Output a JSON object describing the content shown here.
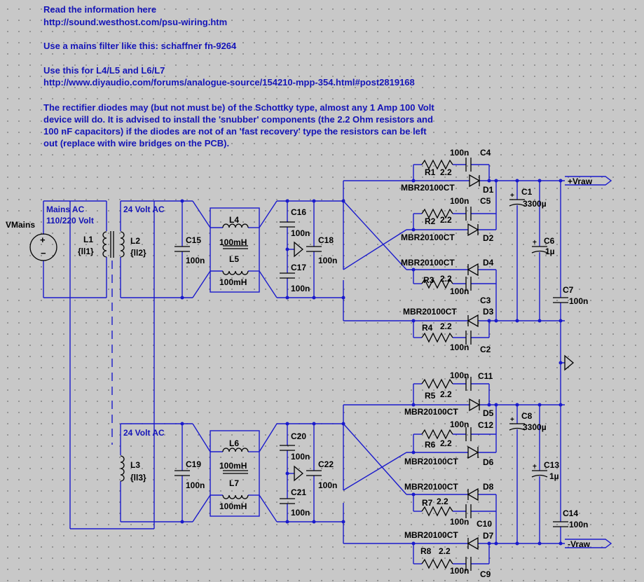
{
  "notes": {
    "line1": "Read the information here",
    "line2": " http://sound.westhost.com/psu-wiring.htm",
    "line3": "Use a mains filter like this: schaffner fn-9264",
    "line4": "Use this for L4/L5 and L6/L7",
    "line5": " http://www.diyaudio.com/forums/analogue-source/154210-mpp-354.html#post2819168",
    "line6": "The rectifier diodes may (but not must be) of the Schottky type, almost any 1 Amp 100 Volt",
    "line7": " device will do. It is advised to install the 'snubber' components (the 2.2 Ohm resistors and",
    "line8": " 100 nF capacitors) if the diodes are not of an 'fast recovery' type the resistors can be left",
    "line9": " out (replace with wire bridges on the PCB)."
  },
  "labels": {
    "vmains": "VMains",
    "mains_ac": "Mains AC",
    "mains_v": "110/220 Volt",
    "ac24_top": "24 Volt AC",
    "ac24_bot": "24 Volt AC",
    "l1": "L1",
    "l1v": "{ll1}",
    "l2": "L2",
    "l2v": "{ll2}",
    "l3": "L3",
    "l3v": "{ll3}",
    "l4": "L4",
    "l4v": "100mH",
    "l5": "L5",
    "l5v": "100mH",
    "l6": "L6",
    "l6v": "100mH",
    "l7": "L7",
    "l7v": "100mH",
    "c15": "C15",
    "c15v": "100n",
    "c16": "C16",
    "c16v": "100n",
    "c17": "C17",
    "c17v": "100n",
    "c18": "C18",
    "c18v": "100n",
    "c19": "C19",
    "c19v": "100n",
    "c20": "C20",
    "c20v": "100n",
    "c21": "C21",
    "c21v": "100n",
    "c22": "C22",
    "c22v": "100n",
    "c4v": "100n",
    "c4": "C4",
    "c5v": "100n",
    "c5": "C5",
    "c3v": "100n",
    "c3": "C3",
    "c2v": "100n",
    "c2": "C2",
    "c11v": "100n",
    "c11": "C11",
    "c12v": "100n",
    "c12": "C12",
    "c10v": "100n",
    "c10": "C10",
    "c9v": "100n",
    "c9": "C9",
    "r1": "R1",
    "r1v": "2.2",
    "r2": "R2",
    "r2v": "2.2",
    "r3": "R3",
    "r3v": "2.2",
    "r4": "R4",
    "r4v": "2.2",
    "r5": "R5",
    "r5v": "2.2",
    "r6": "R6",
    "r6v": "2.2",
    "r7": "R7",
    "r7v": "2.2",
    "r8": "R8",
    "r8v": "2.2",
    "d1": "D1",
    "d2": "D2",
    "d3": "D3",
    "d4": "D4",
    "d5": "D5",
    "d6": "D6",
    "d7": "D7",
    "d8": "D8",
    "mbr1": "MBR20100CT",
    "mbr2": "MBR20100CT",
    "mbr3": "MBR20100CT",
    "mbr4": "MBR20100CT",
    "mbr5": "MBR20100CT",
    "mbr6": "MBR20100CT",
    "mbr7": "MBR20100CT",
    "mbr8": "MBR20100CT",
    "c1": "C1",
    "c1v": "3300µ",
    "c6": "C6",
    "c6v": "1µ",
    "c7": "C7",
    "c7v": "100n",
    "c8": "C8",
    "c8v": "3300µ",
    "c13": "C13",
    "c13v": "1µ",
    "c14": "C14",
    "c14v": "100n",
    "vraw_pos": "+Vraw",
    "vraw_neg": "-Vraw"
  }
}
